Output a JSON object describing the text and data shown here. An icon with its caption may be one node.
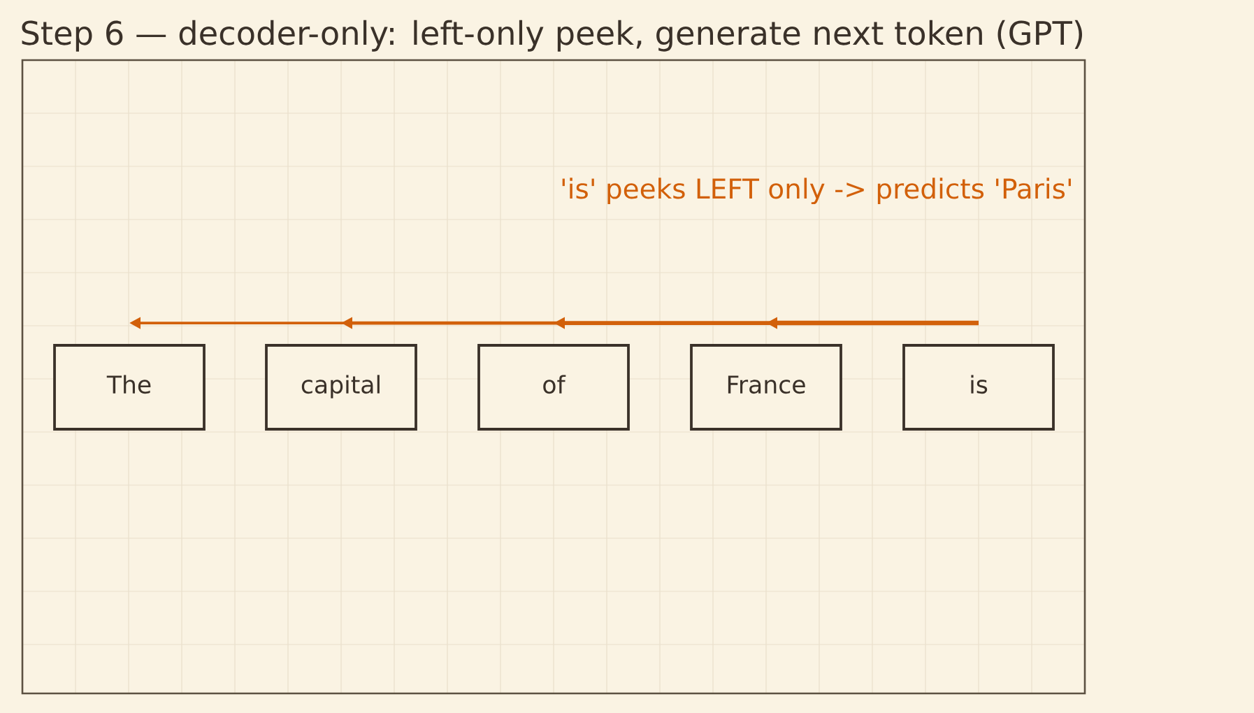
{
  "diagram": {
    "title": "Step 6 — decoder-only: left-only peek, generate next token (GPT)",
    "nodes": [
      {
        "text": [
          "The"
        ]
      },
      {
        "text": [
          "capital"
        ]
      },
      {
        "text": [
          "of"
        ]
      },
      {
        "text": [
          "France"
        ]
      },
      {
        "text": [
          "is"
        ]
      }
    ],
    "edges": [
      {
        "from": 4,
        "to": 0,
        "arrow": "to"
      },
      {
        "from": 4,
        "to": 1,
        "arrow": "to"
      },
      {
        "from": 4,
        "to": 2,
        "arrow": "to"
      },
      {
        "from": 4,
        "to": 3,
        "arrow": "to"
      }
    ],
    "labels": [
      "'is' peeks LEFT only -> predicts 'Paris'"
    ]
  }
}
